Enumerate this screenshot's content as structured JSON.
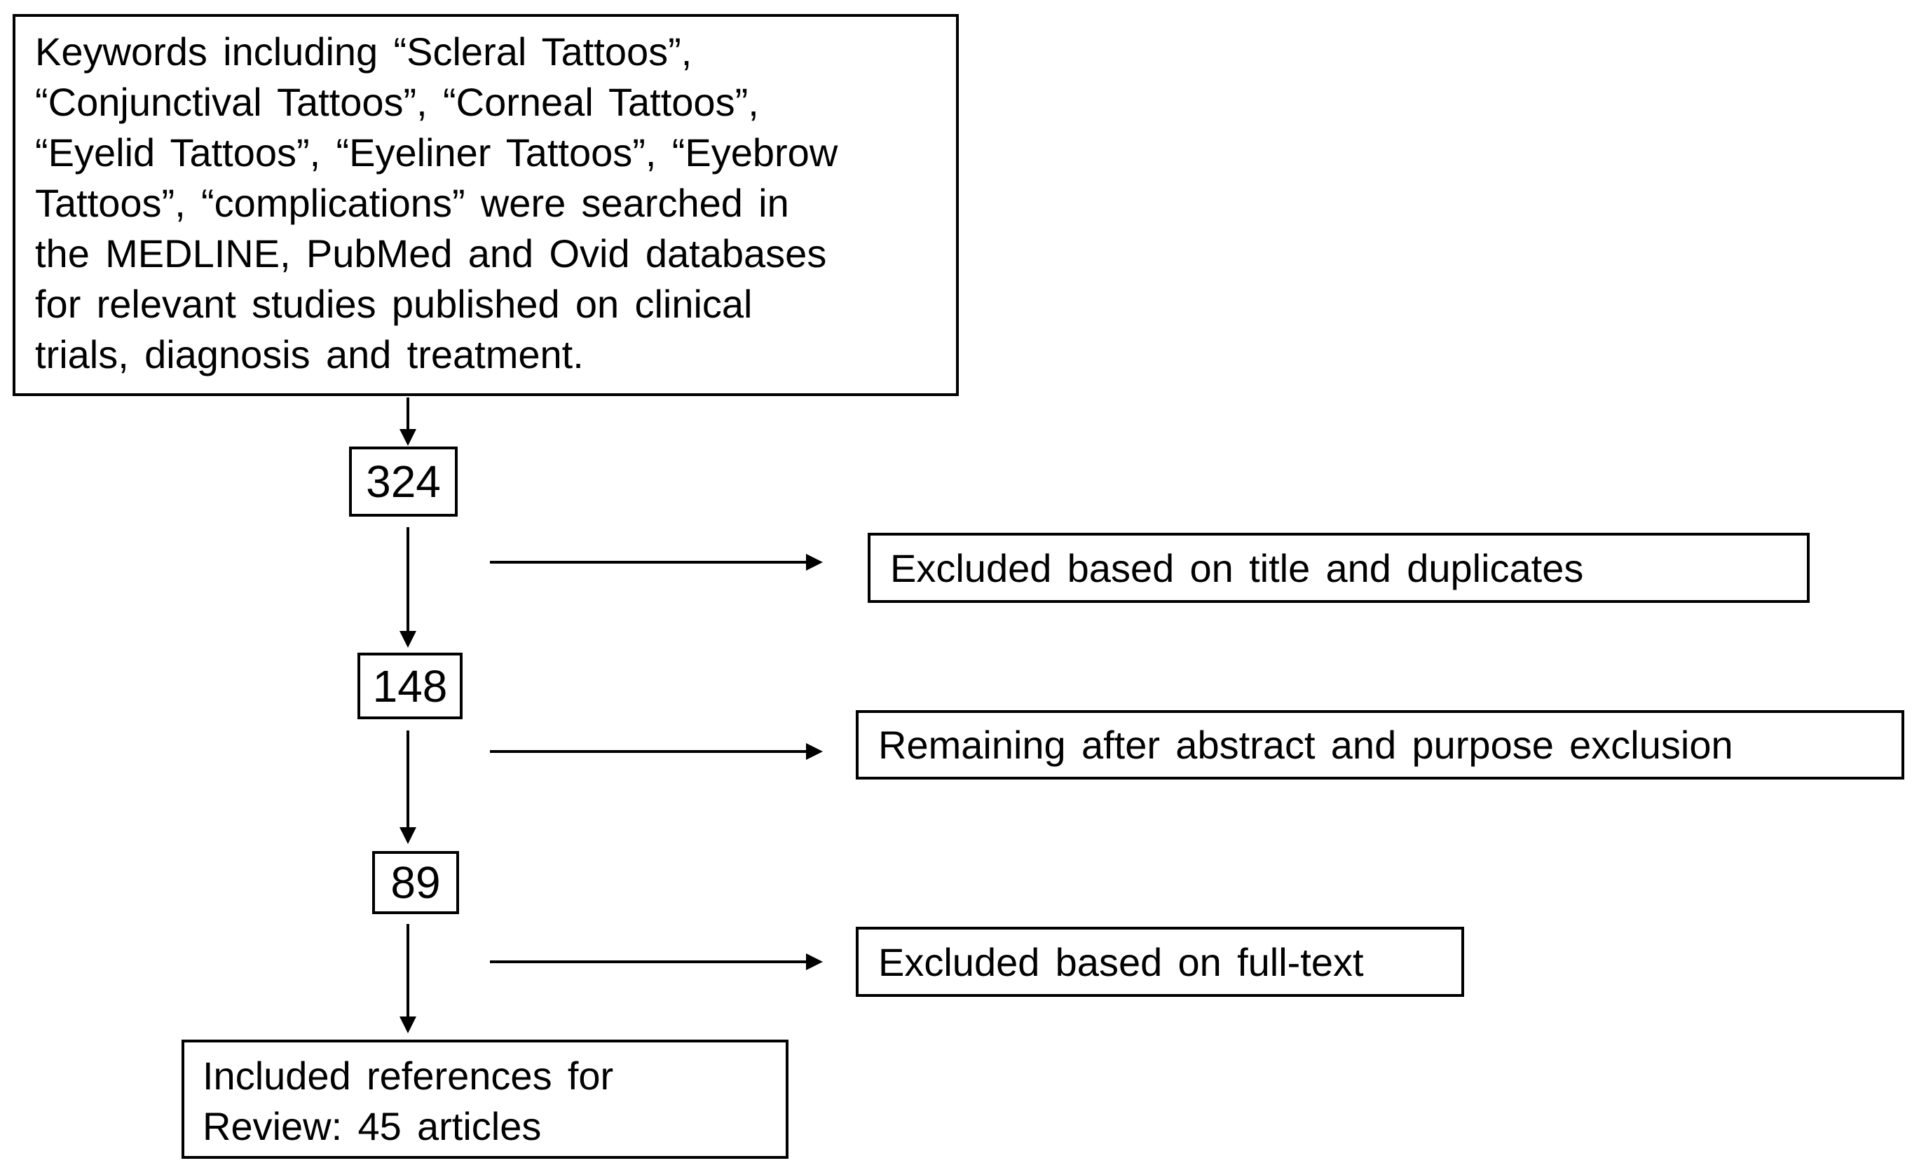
{
  "colors": {
    "ink": "#000000",
    "background": "#ffffff"
  },
  "flow": {
    "source": {
      "text": "Keywords including “Scleral Tattoos”,\n“Conjunctival Tattoos”, “Corneal Tattoos”,\n“Eyelid Tattoos”, “Eyeliner Tattoos”, “Eyebrow\nTattoos”, “complications” were searched in\nthe MEDLINE, PubMed and Ovid databases\nfor relevant studies published on clinical\ntrials, diagnosis and treatment."
    },
    "counts": [
      {
        "value": "324"
      },
      {
        "value": "148"
      },
      {
        "value": "89"
      }
    ],
    "branches": [
      {
        "label": "Excluded based on title and duplicates"
      },
      {
        "label": "Remaining after abstract and purpose exclusion"
      },
      {
        "label": "Excluded based on full-text"
      }
    ],
    "result": {
      "text": "Included references for\nReview: 45 articles"
    }
  }
}
